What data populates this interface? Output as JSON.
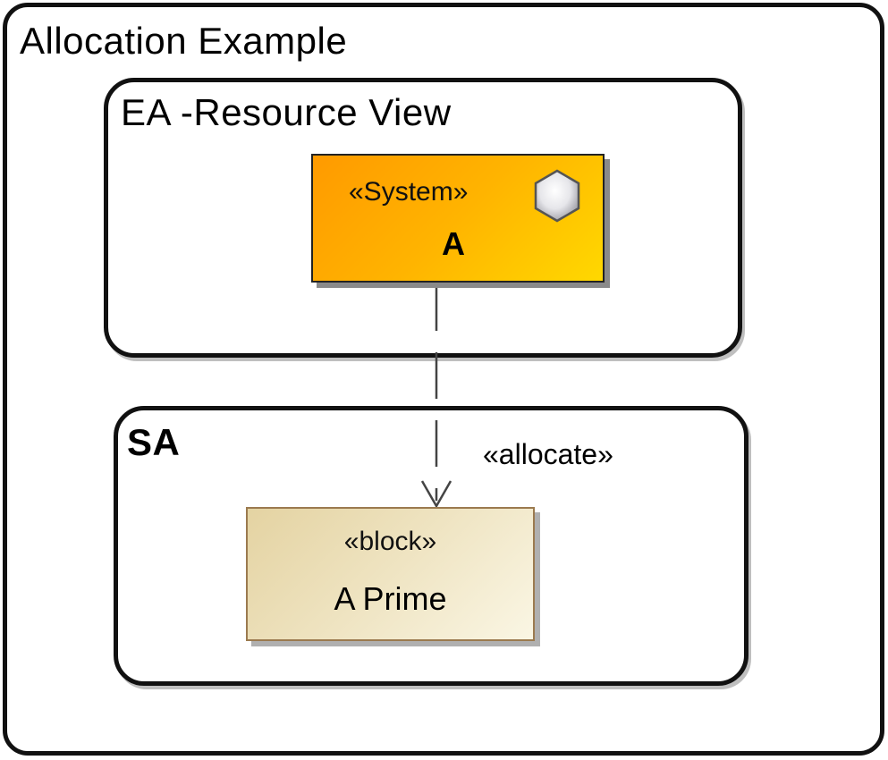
{
  "diagram": {
    "title": "Allocation Example",
    "regions": [
      {
        "title": "EA -Resource View"
      },
      {
        "title": "SA"
      }
    ],
    "nodes": [
      {
        "stereotype": "«System»",
        "name": "A",
        "icon": "hexagon-icon",
        "fill_start": "#ff9a00",
        "fill_end": "#ffd800"
      },
      {
        "stereotype": "«block»",
        "name": "A Prime",
        "fill_start": "#e4d3a2",
        "fill_end": "#faf6e4"
      }
    ],
    "relationships": [
      {
        "stereotype": "«allocate»",
        "from": "A",
        "to": "A Prime",
        "style": "dashed-open-arrow"
      }
    ]
  }
}
